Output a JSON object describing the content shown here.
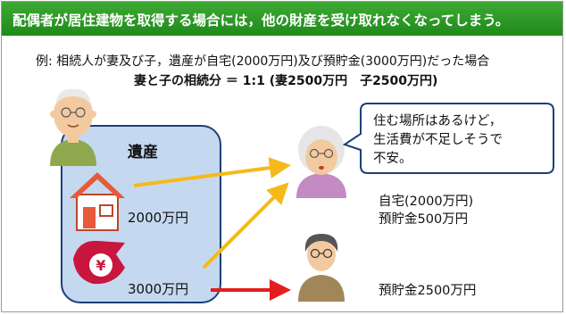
{
  "title": "配偶者が居住建物を取得する場合には，他の財産を受け取れなくなってしまう。",
  "example": {
    "line1": "例:  相続人が妻及び子，遺産が自宅(2000万円)及び預貯金(3000万円)だった場合",
    "line2": "妻と子の相続分 ＝ 1:1 (妻2500万円　子2500万円)"
  },
  "estate": {
    "label": "遺産",
    "house_amount": "2000万円",
    "savings_amount": "3000万円"
  },
  "wife_bubble": {
    "line1": "住む場所はあるけど，",
    "line2": "生活費が不足しそうで",
    "line3": "不安。"
  },
  "wife_receives": {
    "line1": "自宅(2000万円)",
    "line2": "預貯金500万円"
  },
  "child_receives": "預貯金2500万円",
  "colors": {
    "title_bar": "#2b9a22",
    "estate_box": "#c4d9ef",
    "estate_border": "#1e3e78",
    "arrow_wife": "#f6b91a",
    "arrow_child": "#e31e1e",
    "house": "#e65a3a"
  },
  "icons": [
    "elderly-man-icon",
    "house-icon",
    "yen-savings-icon",
    "elderly-woman-icon",
    "son-icon"
  ]
}
